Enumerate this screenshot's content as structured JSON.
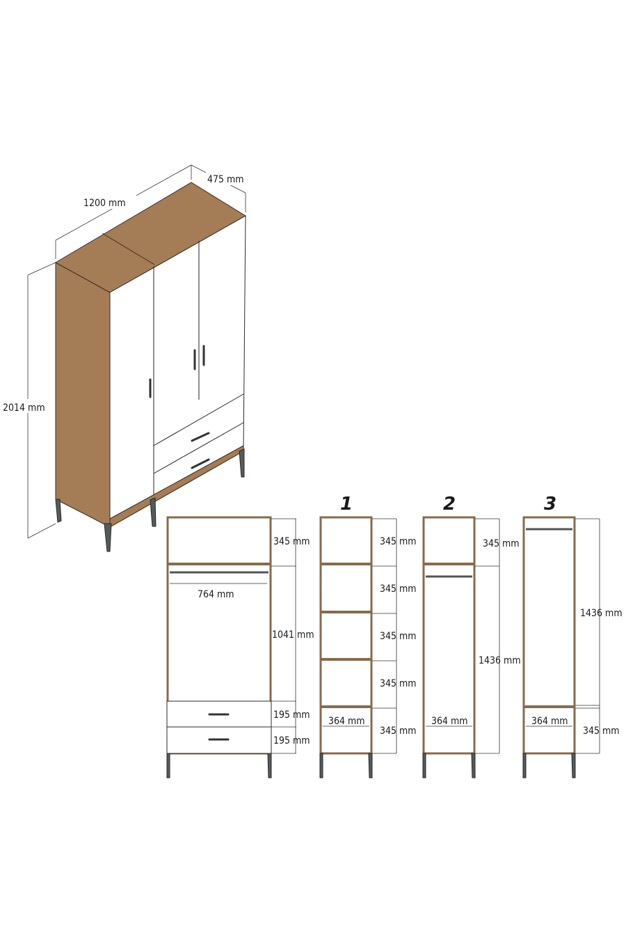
{
  "iso": {
    "width": "1200 mm",
    "depth": "475 mm",
    "height": "2014 mm"
  },
  "colors": {
    "wood": "#a47c55",
    "leg": "#555a5a"
  },
  "front": {
    "top": "345 mm",
    "hanging": "1041 mm",
    "rod_width": "764 mm",
    "drawer1": "195 mm",
    "drawer2": "195 mm"
  },
  "unit1": {
    "label": "1",
    "s1": "345 mm",
    "s2": "345 mm",
    "s3": "345 mm",
    "s4": "345 mm",
    "s5": "345 mm",
    "width": "364 mm"
  },
  "unit2": {
    "label": "2",
    "top": "345 mm",
    "hanging": "1436 mm",
    "width": "364 mm"
  },
  "unit3": {
    "label": "3",
    "hanging": "1436 mm",
    "bottom": "345 mm",
    "width": "364 mm"
  }
}
